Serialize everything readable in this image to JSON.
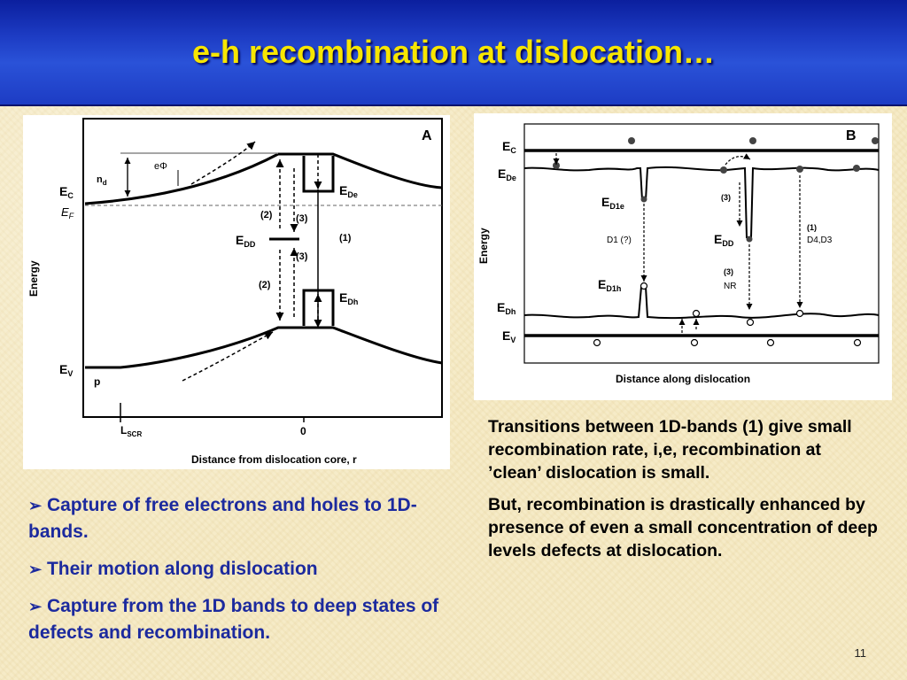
{
  "slide": {
    "title": "e-h recombination at dislocation…",
    "page_number": "11"
  },
  "figureA": {
    "panel_label": "A",
    "y_axis_label": "Energy",
    "x_axis_label": "Distance from dislocation core, r",
    "labels": {
      "nd": "n",
      "nd_sub": "d",
      "eph": "eΦ",
      "ec": "E",
      "ec_sub": "C",
      "ef": "E",
      "ef_sub": "F",
      "ede": "E",
      "ede_sub": "De",
      "edd": "E",
      "edd_sub": "DD",
      "edh": "E",
      "edh_sub": "Dh",
      "ev": "E",
      "ev_sub": "V",
      "p": "p",
      "lscr": "L",
      "lscr_sub": "SCR",
      "zero": "0",
      "t2a": "(2)",
      "t3a": "(3)",
      "t1": "(1)",
      "t3b": "(3)",
      "t2b": "(2)"
    }
  },
  "figureB": {
    "panel_label": "B",
    "y_axis_label": "Energy",
    "x_axis_label": "Distance along dislocation",
    "labels": {
      "ec": "E",
      "ec_sub": "C",
      "ede": "E",
      "ede_sub": "De",
      "ed1e": "E",
      "ed1e_sub": "D1e",
      "d1": "D1 (?)",
      "t3": "(3)",
      "edd": "E",
      "edd_sub": "DD",
      "t1": "(1)",
      "d4d3": "D4,D3",
      "t3nr": "(3)",
      "nr": "NR",
      "ed1h": "E",
      "ed1h_sub": "D1h",
      "edh": "E",
      "edh_sub": "Dh",
      "ev": "E",
      "ev_sub": "V"
    }
  },
  "bullets": [
    "Capture of free electrons and holes to 1D-bands.",
    "Their motion along dislocation",
    "Capture from the 1D bands to deep states of defects and recombination."
  ],
  "right_text": [
    "Transitions between 1D-bands (1) give small recombination rate, i,e, recombination at ’clean’ dislocation is small.",
    "But, recombination is drastically enhanced by presence of even a small concentration of deep levels defects at dislocation."
  ],
  "bullet_marker": "➢"
}
